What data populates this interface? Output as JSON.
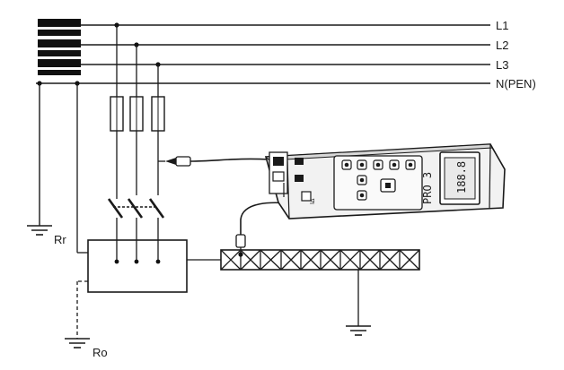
{
  "conductors": [
    {
      "label": "L1"
    },
    {
      "label": "L2"
    },
    {
      "label": "L3"
    },
    {
      "label": "N(PEN)"
    }
  ],
  "grounds": {
    "system": {
      "label": "Rr"
    },
    "installation": {
      "label": "Ro"
    }
  },
  "meter": {
    "display": "188.8",
    "model_text": "PRO 3"
  }
}
